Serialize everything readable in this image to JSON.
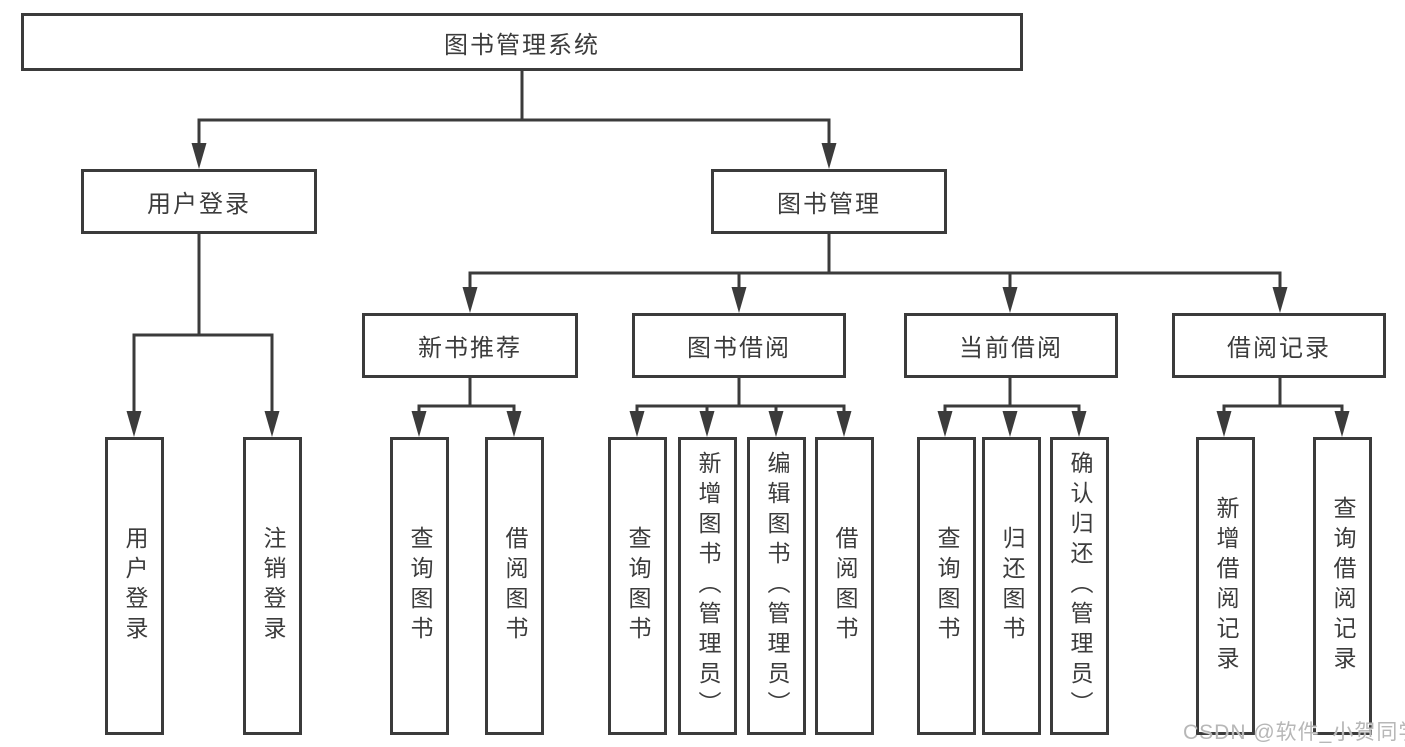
{
  "diagram_title": "图书管理系统",
  "nodes": {
    "root": "图书管理系统",
    "login": "用户登录",
    "manage": "图书管理",
    "recommend": "新书推荐",
    "borrow": "图书借阅",
    "current": "当前借阅",
    "records": "借阅记录",
    "leaf_login": [
      "用户登录",
      "注销登录"
    ],
    "leaf_recommend": [
      "查询图书",
      "借阅图书"
    ],
    "leaf_borrow": [
      "查询图书",
      "新增图书（管理员）",
      "编辑图书（管理员）",
      "借阅图书"
    ],
    "leaf_current": [
      "查询图书",
      "归还图书",
      "确认归还（管理员）"
    ],
    "leaf_records": [
      "新增借阅记录",
      "查询借阅记录"
    ]
  },
  "watermark": "CSDN @软件_小贺同学",
  "colors": {
    "line": "#3b3b3b",
    "text": "#3c3c3c",
    "box_background": "#ffffff",
    "watermark": "#b7b7b7"
  }
}
